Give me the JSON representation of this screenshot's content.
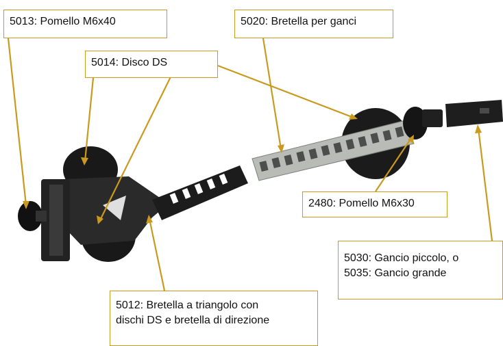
{
  "colors": {
    "callout_border": "#c99a1e",
    "leader_line": "#c99a1e",
    "plastic": "#1e1e1e",
    "metal_strap": "#b9bcb6"
  },
  "labels": {
    "knob_m6x40": "5013: Pomello  M6x40",
    "hook_strap": "5020: Bretella per ganci",
    "disc_ds": "5014: Disco DS",
    "knob_m6x30": "2480: Pomello M6x30",
    "hook_line1": "5030:  Gancio piccolo, o",
    "hook_line2": "5035:  Gancio grande",
    "triangle_line1": "5012: Bretella a triangolo con",
    "triangle_line2": "dischi DS e bretella di direzione"
  }
}
